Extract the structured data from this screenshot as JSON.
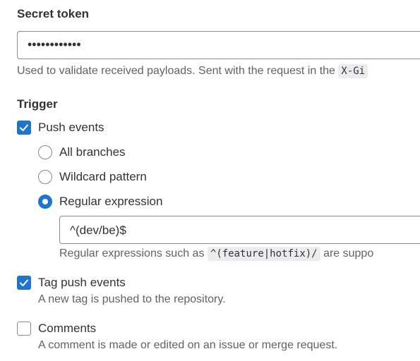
{
  "secret_token": {
    "label": "Secret token",
    "masked_value": "••••••••••••",
    "help_prefix": "Used to validate received payloads. Sent with the request in the",
    "help_code": "X-Gi"
  },
  "trigger": {
    "heading": "Trigger",
    "push_events": {
      "label": "Push events",
      "checked": true,
      "branch_options": [
        {
          "label": "All branches",
          "selected": false
        },
        {
          "label": "Wildcard pattern",
          "selected": false
        },
        {
          "label": "Regular expression",
          "selected": true
        }
      ],
      "regex_value": "^(dev/be)$",
      "regex_help_prefix": "Regular expressions such as",
      "regex_help_code": "^(feature|hotfix)/",
      "regex_help_suffix": "are suppo"
    },
    "tag_push_events": {
      "label": "Tag push events",
      "checked": true,
      "description": "A new tag is pushed to the repository."
    },
    "comments": {
      "label": "Comments",
      "checked": false,
      "description": "A comment is made or edited on an issue or merge request."
    }
  }
}
